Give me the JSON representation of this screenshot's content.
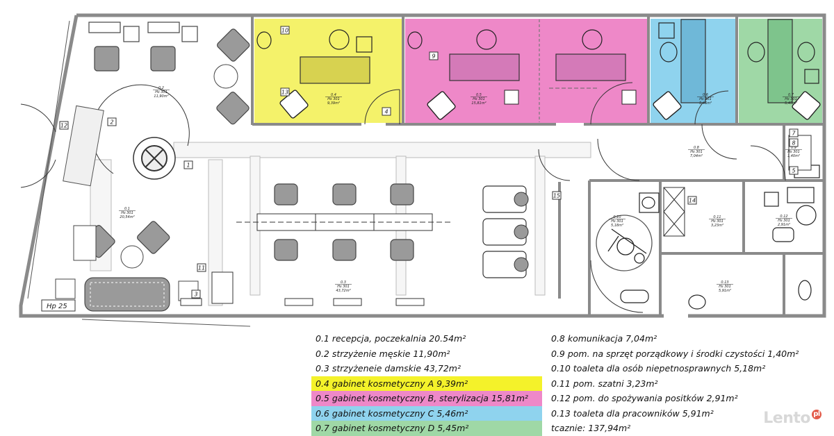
{
  "colors": {
    "room_a": "#f4f26a",
    "room_b": "#ee88c8",
    "room_c": "#8fd3ee",
    "room_d": "#9fd8a6",
    "wall": "#888888",
    "furniture": "#8a8a8a"
  },
  "plan": {
    "entrance_label": "Hp 25",
    "room_tags": [
      {
        "id": "0.2",
        "norm": "Hs 301",
        "area": "11,90m²"
      },
      {
        "id": "0.4",
        "norm": "Hs 301",
        "area": "9,39m²"
      },
      {
        "id": "0.5",
        "norm": "Hs 301",
        "area": "15,81m²"
      },
      {
        "id": "0.6",
        "norm": "Hs 301",
        "area": "5,46m²"
      },
      {
        "id": "0.7",
        "norm": "Hs 301",
        "area": "5,45m²"
      },
      {
        "id": "0.1",
        "norm": "Hs 301",
        "area": "20,54m²"
      },
      {
        "id": "0.3",
        "norm": "Hs 301",
        "area": "43,72m²"
      },
      {
        "id": "0.8",
        "norm": "Hs 301",
        "area": "7,04m²"
      },
      {
        "id": "0.9",
        "norm": "Hs 301",
        "area": "1,40m²"
      },
      {
        "id": "0.10",
        "norm": "Hs 301",
        "area": "5,18m²"
      },
      {
        "id": "0.11",
        "norm": "Hs 301",
        "area": "3,23m²"
      },
      {
        "id": "0.12",
        "norm": "Hs 301",
        "area": "2,91m²"
      },
      {
        "id": "0.13",
        "norm": "Hs 301",
        "area": "5,91m²"
      }
    ],
    "item_numbers": [
      "1",
      "2",
      "3",
      "4",
      "5",
      "7",
      "8",
      "9",
      "10",
      "11",
      "12",
      "13",
      "14",
      "15"
    ]
  },
  "legend": {
    "left": [
      {
        "text": "0.1 recepcja, poczekalnia 20.54m²",
        "highlight": ""
      },
      {
        "text": "0.2 strzyżenie męskie 11,90m²",
        "highlight": ""
      },
      {
        "text": "0.3 strzyżeneie damskie 43,72m²",
        "highlight": ""
      },
      {
        "text": "0.4 gabinet kosmetyczny A 9,39m²",
        "highlight": "#f4f22a"
      },
      {
        "text": "0.5 gabinet kosmetyczny B, sterylizacja 15,81m²",
        "highlight": "#ee88c8"
      },
      {
        "text": "0.6 gabinet kosmetyczny C 5,46m²",
        "highlight": "#8fd3ee"
      },
      {
        "text": "0.7 gabinet kosmetyczny D 5,45m²",
        "highlight": "#9fd8a6"
      }
    ],
    "right": [
      {
        "text": "0.8 komunikacja 7,04m²"
      },
      {
        "text": "0.9 pom. na sprzęt porządkowy i środki czystości 1,40m²"
      },
      {
        "text": "0.10 toaleta dla osób niepetnosprawnych 5,18m²"
      },
      {
        "text": "0.11 pom. szatni 3,23m²"
      },
      {
        "text": "0.12 pom. do spożywania positków 2,91m²"
      },
      {
        "text": "0.13 toaleta dla pracowników 5,91m²"
      },
      {
        "text": "tcaznie:  137,94m²"
      }
    ]
  },
  "watermark": {
    "text": "Lento",
    "suffix": "pl"
  }
}
